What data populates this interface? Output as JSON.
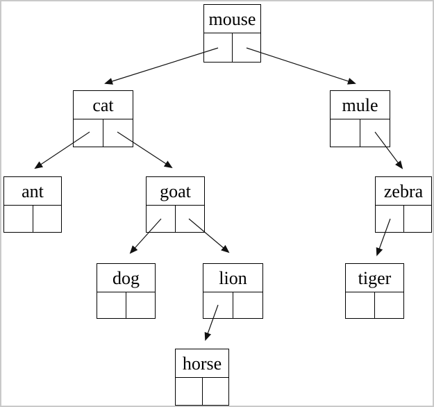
{
  "diagram": {
    "kind": "binary-tree",
    "nodes": [
      {
        "id": "mouse",
        "label": "mouse",
        "left_child": "cat",
        "right_child": "mule"
      },
      {
        "id": "cat",
        "label": "cat",
        "left_child": "ant",
        "right_child": "goat"
      },
      {
        "id": "mule",
        "label": "mule",
        "left_child": null,
        "right_child": "zebra"
      },
      {
        "id": "ant",
        "label": "ant",
        "left_child": null,
        "right_child": null
      },
      {
        "id": "goat",
        "label": "goat",
        "left_child": "dog",
        "right_child": "lion"
      },
      {
        "id": "zebra",
        "label": "zebra",
        "left_child": "tiger",
        "right_child": null
      },
      {
        "id": "dog",
        "label": "dog",
        "left_child": null,
        "right_child": null
      },
      {
        "id": "lion",
        "label": "lion",
        "left_child": "horse",
        "right_child": null
      },
      {
        "id": "tiger",
        "label": "tiger",
        "left_child": null,
        "right_child": null
      },
      {
        "id": "horse",
        "label": "horse",
        "left_child": null,
        "right_child": null
      }
    ],
    "edges": [
      {
        "from": "mouse",
        "pointer": "left",
        "to": "cat"
      },
      {
        "from": "mouse",
        "pointer": "right",
        "to": "mule"
      },
      {
        "from": "cat",
        "pointer": "left",
        "to": "ant"
      },
      {
        "from": "cat",
        "pointer": "right",
        "to": "goat"
      },
      {
        "from": "mule",
        "pointer": "right",
        "to": "zebra"
      },
      {
        "from": "goat",
        "pointer": "left",
        "to": "dog"
      },
      {
        "from": "goat",
        "pointer": "right",
        "to": "lion"
      },
      {
        "from": "zebra",
        "pointer": "left",
        "to": "tiger"
      },
      {
        "from": "lion",
        "pointer": "left",
        "to": "horse"
      }
    ],
    "colors": {
      "box_border": "#000000",
      "edge_line": "#111111",
      "text": "#000000",
      "background": "#ffffff",
      "frame": "#c9c9c9"
    }
  }
}
